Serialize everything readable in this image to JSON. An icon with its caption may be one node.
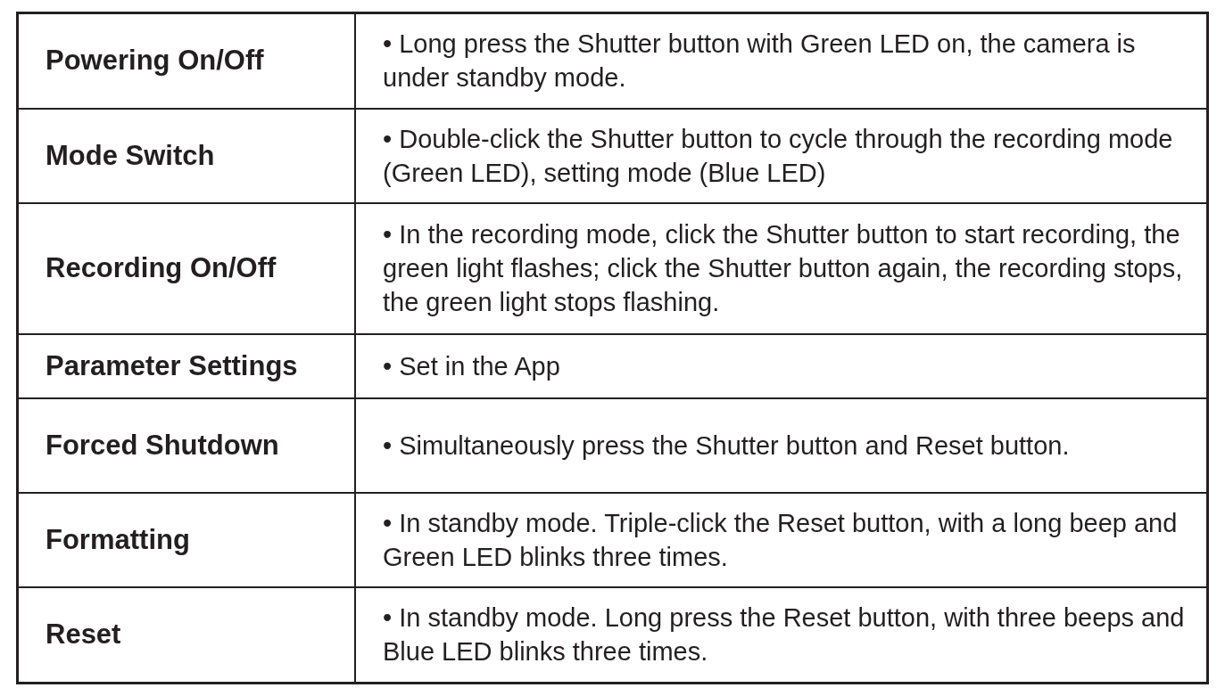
{
  "diagram": {
    "labels": [
      "Powering On/Off",
      "• Long press the Shutter button with Green LED on, the camera is under standby mode.",
      "Mode Switch",
      "• Double-click the Shutter button to cycle through the recording mode (Green LED), setting mode (Blue LED)",
      "Recording On/Off",
      "• In the recording mode, click the Shutter button to start recording, the green light flashes; click the Shutter button again, the recording stops, the green light stops flashing.",
      "Parameter Settings",
      "• Set in the App",
      "Forced Shutdown",
      "• Simultaneously press the Shutter button and Reset button.",
      "Formatting",
      "• In standby mode. Triple-click the Reset button, with a long beep and Green LED blinks three times.",
      "Reset",
      "• In standby mode. Long press the Reset button, with three beeps and Blue LED blinks three times."
    ]
  }
}
